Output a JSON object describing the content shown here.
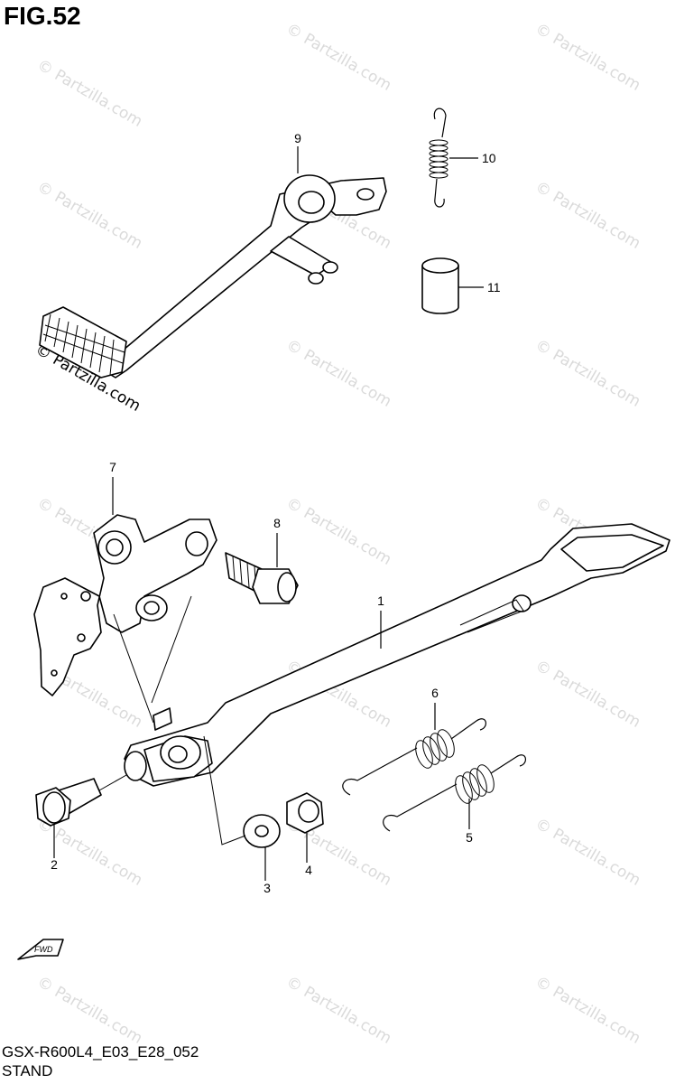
{
  "figure": {
    "title": "FIG.52",
    "code": "GSX-R600L4_E03_E28_052",
    "section": "STAND"
  },
  "watermark": {
    "text": "© Partzilla.com",
    "prominent_text": "© Partzilla.com"
  },
  "fwd_label": "FWD",
  "callouts": [
    {
      "id": "1",
      "label": "1"
    },
    {
      "id": "2",
      "label": "2"
    },
    {
      "id": "3",
      "label": "3"
    },
    {
      "id": "4",
      "label": "4"
    },
    {
      "id": "5",
      "label": "5"
    },
    {
      "id": "6",
      "label": "6"
    },
    {
      "id": "7",
      "label": "7"
    },
    {
      "id": "8",
      "label": "8"
    },
    {
      "id": "9",
      "label": "9"
    },
    {
      "id": "10",
      "label": "10"
    },
    {
      "id": "11",
      "label": "11"
    }
  ]
}
